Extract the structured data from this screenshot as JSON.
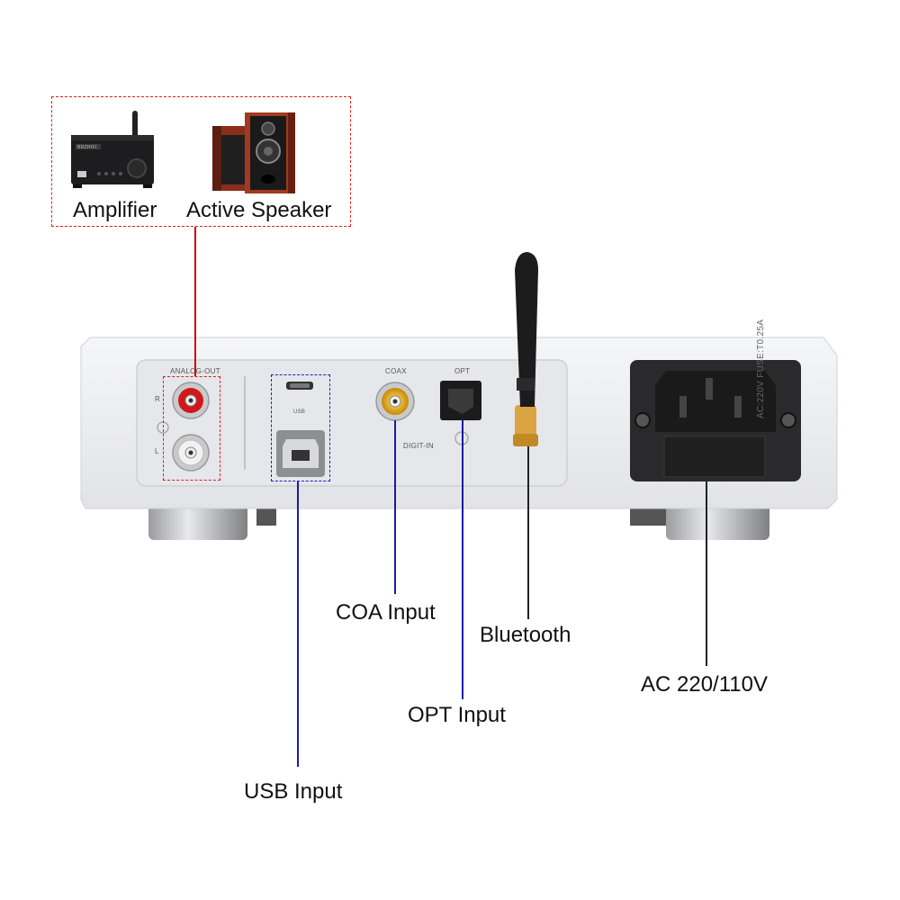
{
  "top_box": {
    "items": [
      {
        "label": "Amplifier"
      },
      {
        "label": "Active Speaker"
      }
    ],
    "amp_brand": "BRZHIFI"
  },
  "panel": {
    "analog_out": "ANALOG-OUT",
    "r": "R",
    "l": "L",
    "usb": "USB",
    "coax": "COAX",
    "opt": "OPT",
    "digit_in": "DIGIT-IN",
    "power_spec": "AC:220V  FUSE:T0.25A"
  },
  "callouts": {
    "usb_input": "USB Input",
    "coa_input": "COA Input",
    "opt_input": "OPT Input",
    "bluetooth": "Bluetooth",
    "ac_power": "AC 220/110V"
  },
  "colors": {
    "red_dashed": "#e02020",
    "blue_dashed": "#2020c0",
    "line_red": "#cc0000",
    "line_blue": "#1a1aa8",
    "line_dark": "#222222",
    "chassis": "#ecedef",
    "rca_red": "#d01818",
    "coax_gold": "#f0a800"
  }
}
